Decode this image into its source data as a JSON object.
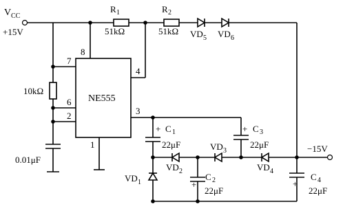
{
  "supply": {
    "vcc": "V",
    "vcc_sub": "CC",
    "voltage": "+15V"
  },
  "resistors": {
    "r1": {
      "name": "R",
      "sub": "1",
      "value": "51kΩ"
    },
    "r2": {
      "name": "R",
      "sub": "2",
      "value": "51kΩ"
    },
    "r_left": {
      "value": "10kΩ"
    }
  },
  "diodes": {
    "vd1": {
      "name": "VD",
      "sub": "1"
    },
    "vd2": {
      "name": "VD",
      "sub": "2"
    },
    "vd3": {
      "name": "VD",
      "sub": "3"
    },
    "vd4": {
      "name": "VD",
      "sub": "4"
    },
    "vd5": {
      "name": "VD",
      "sub": "5"
    },
    "vd6": {
      "name": "VD",
      "sub": "6"
    }
  },
  "capacitors": {
    "c0": {
      "value": "0.01μF"
    },
    "c1": {
      "name": "C",
      "sub": "1",
      "value": "22μF"
    },
    "c2": {
      "name": "C",
      "sub": "2",
      "value": "22μF"
    },
    "c3": {
      "name": "C",
      "sub": "3",
      "value": "22μF"
    },
    "c4": {
      "name": "C",
      "sub": "4",
      "value": "22μF"
    }
  },
  "ic": {
    "name": "NE555",
    "pins": {
      "p8": "8",
      "p7": "7",
      "p6": "6",
      "p2": "2",
      "p4": "4",
      "p3": "3",
      "p1": "1"
    }
  },
  "output": {
    "voltage": "−15V"
  },
  "plus_sign": "+"
}
